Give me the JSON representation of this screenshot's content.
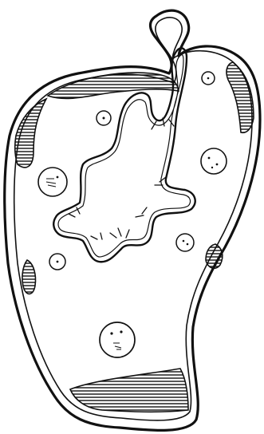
{
  "figure": {
    "background": "#ffffff",
    "ink_color": "#111111",
    "components": [
      "outer-wall",
      "inner-wall",
      "hatched-thickening",
      "inner-invaginated-cell",
      "spiny-projections",
      "vesicles"
    ]
  }
}
